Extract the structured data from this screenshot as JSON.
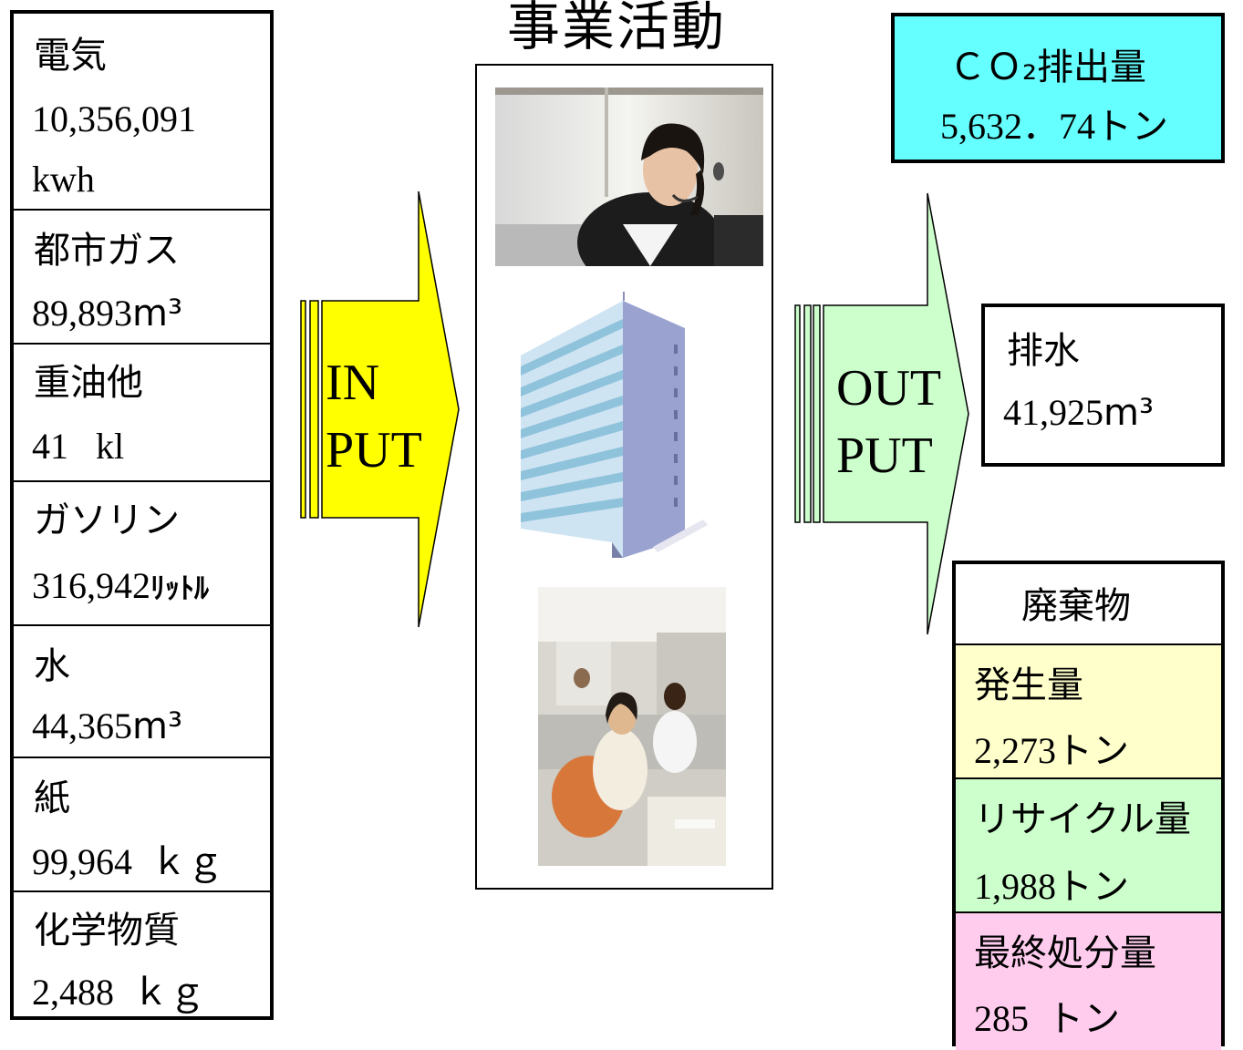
{
  "title": "事業活動",
  "input_items": [
    {
      "label": "電気",
      "value": "10,356,091",
      "unit": "kwh"
    },
    {
      "label": "都市ガス",
      "value": "89,893",
      "unit": "m³"
    },
    {
      "label": "重油他",
      "value": "41",
      "unit": "kl"
    },
    {
      "label": "ガソリン",
      "value": "316,942",
      "unit": "ﾘｯﾄﾙ"
    },
    {
      "label": "水",
      "value": "44,365",
      "unit": "m³"
    },
    {
      "label": "紙",
      "value": "99,964",
      "unit": "ｋｇ"
    },
    {
      "label": "化学物質",
      "value": "2,488",
      "unit": "ｋｇ"
    }
  ],
  "input_arrow": {
    "line1": "IN",
    "line2": "PUT",
    "color": "#ffff00"
  },
  "output_arrow": {
    "line1": "OUT",
    "line2": "PUT",
    "color": "#ccffcc"
  },
  "co2": {
    "label": "ＣＯ₂排出量",
    "value": "5,632．74",
    "unit": "トン",
    "color": "#66ffff"
  },
  "drainage": {
    "label": "排水",
    "value": "41,925",
    "unit": "m³"
  },
  "waste": {
    "header": "廃棄物",
    "generated": {
      "label": "発生量",
      "value": "2,273",
      "unit": "トン",
      "color": "#ffffcc"
    },
    "recycled": {
      "label": "リサイクル量",
      "value": "1,988",
      "unit": "トン",
      "color": "#ccffcc"
    },
    "final": {
      "label": "最終処分量",
      "value": "285",
      "unit": "トン",
      "color": "#ffccee"
    }
  }
}
